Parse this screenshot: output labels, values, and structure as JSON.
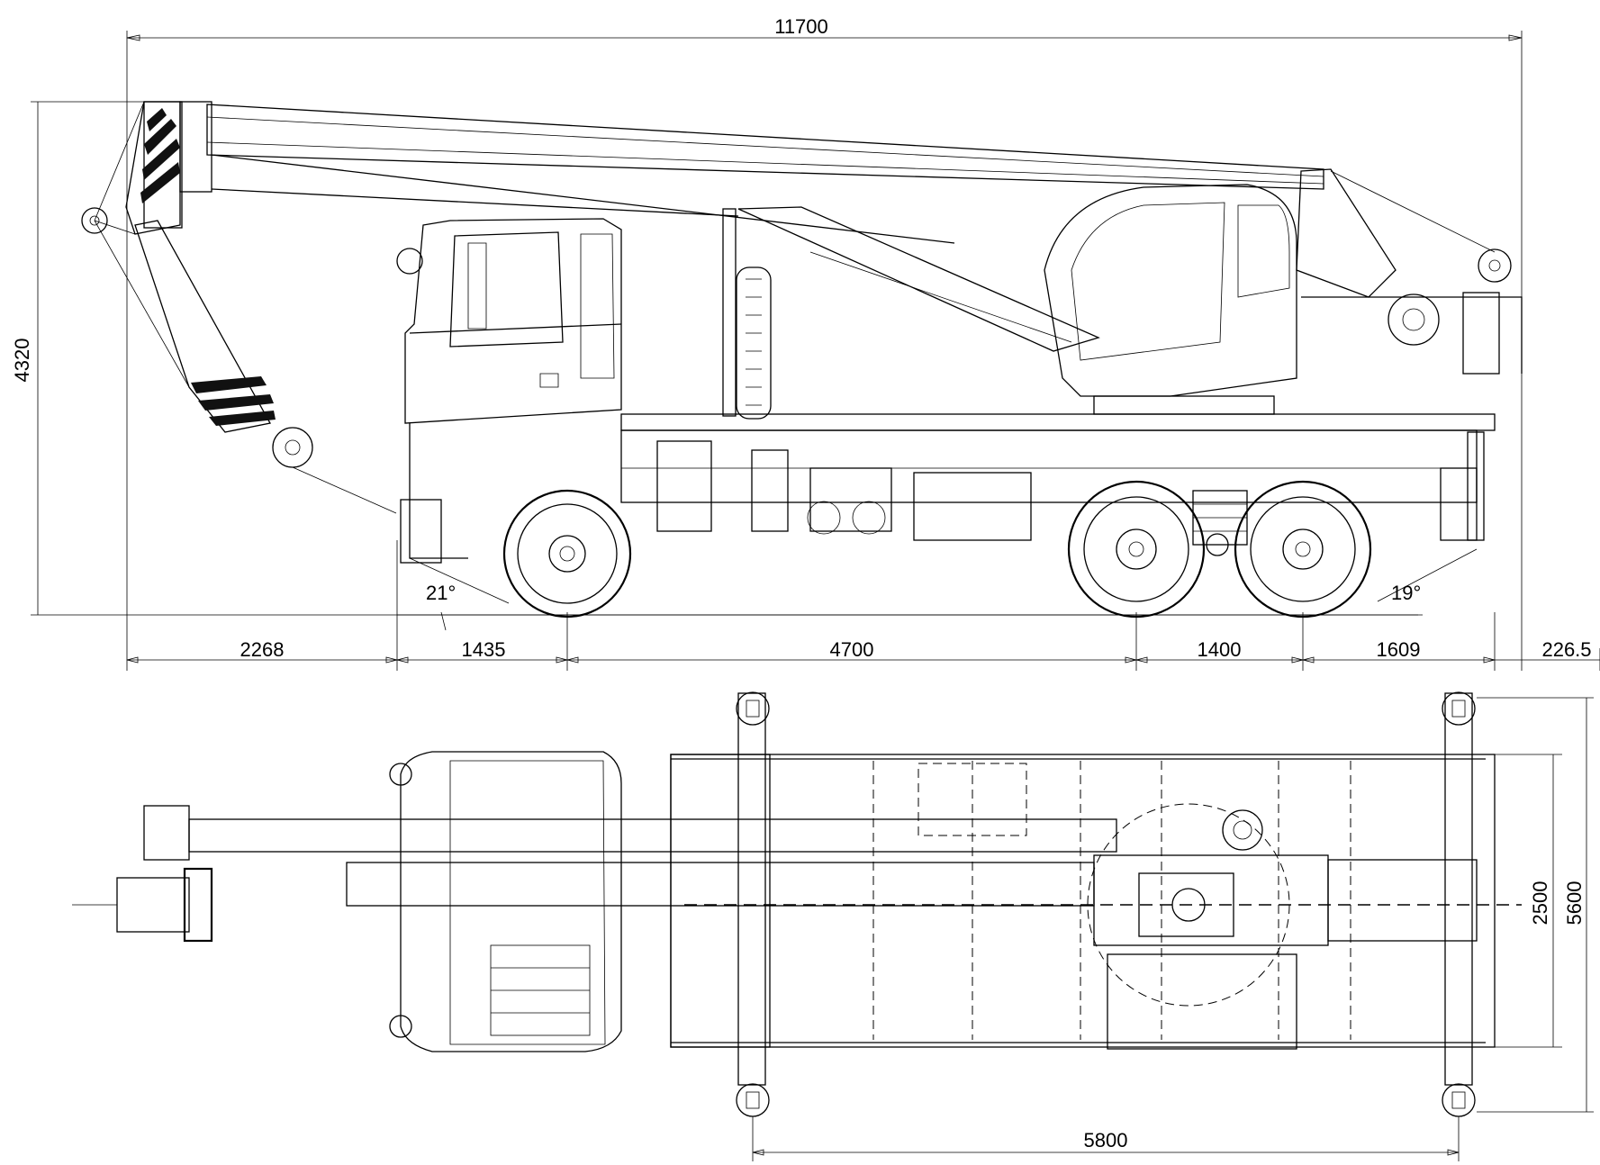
{
  "dimensions": {
    "overall_length": "11700",
    "overall_height": "4320",
    "front_overhang": "2268",
    "front_to_axle": "1435",
    "wheelbase": "4700",
    "tandem_spacing": "1400",
    "rear_overhang": "1609",
    "rear_extension": "226.5",
    "approach_angle": "21°",
    "departure_angle": "19°",
    "track_width": "2500",
    "outrigger_span": "5600",
    "outrigger_base": "5800"
  }
}
